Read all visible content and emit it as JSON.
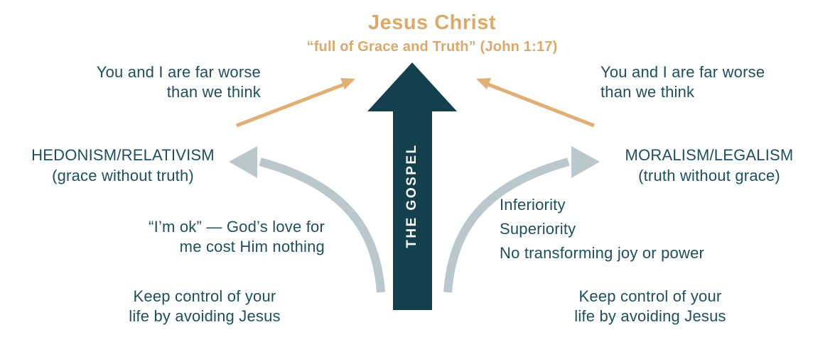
{
  "colors": {
    "arrow_teal": "#14404E",
    "text_teal": "#1E4F5E",
    "gold": "#DFAF76",
    "title_gold": "#DBA96A",
    "arrow_gray": "#BAC8CE",
    "label_white": "#FFFFFF"
  },
  "header": {
    "title": "Jesus Christ",
    "subtitle": "“full of Grace and Truth” (John 1:17)"
  },
  "center_arrow": {
    "label": "THE GOSPEL"
  },
  "left_side": {
    "far_worse_line1": "You and I are far worse",
    "far_worse_line2": "than we think",
    "path_name": "HEDONISM/RELATIVISM",
    "path_descriptor": "(grace without truth)",
    "consequence_line1": "“I’m ok” — God’s love for",
    "consequence_line2": "me cost Him nothing",
    "bottom_line1": "Keep control of your",
    "bottom_line2": "life by avoiding Jesus"
  },
  "right_side": {
    "far_worse_line1": "You and I are far worse",
    "far_worse_line2": "than we think",
    "path_name": "MORALISM/LEGALISM",
    "path_descriptor": "(truth without grace)",
    "consequences": [
      "Inferiority",
      "Superiority",
      "No transforming joy or power"
    ],
    "bottom_line1": "Keep control of your",
    "bottom_line2": "life by avoiding Jesus"
  }
}
